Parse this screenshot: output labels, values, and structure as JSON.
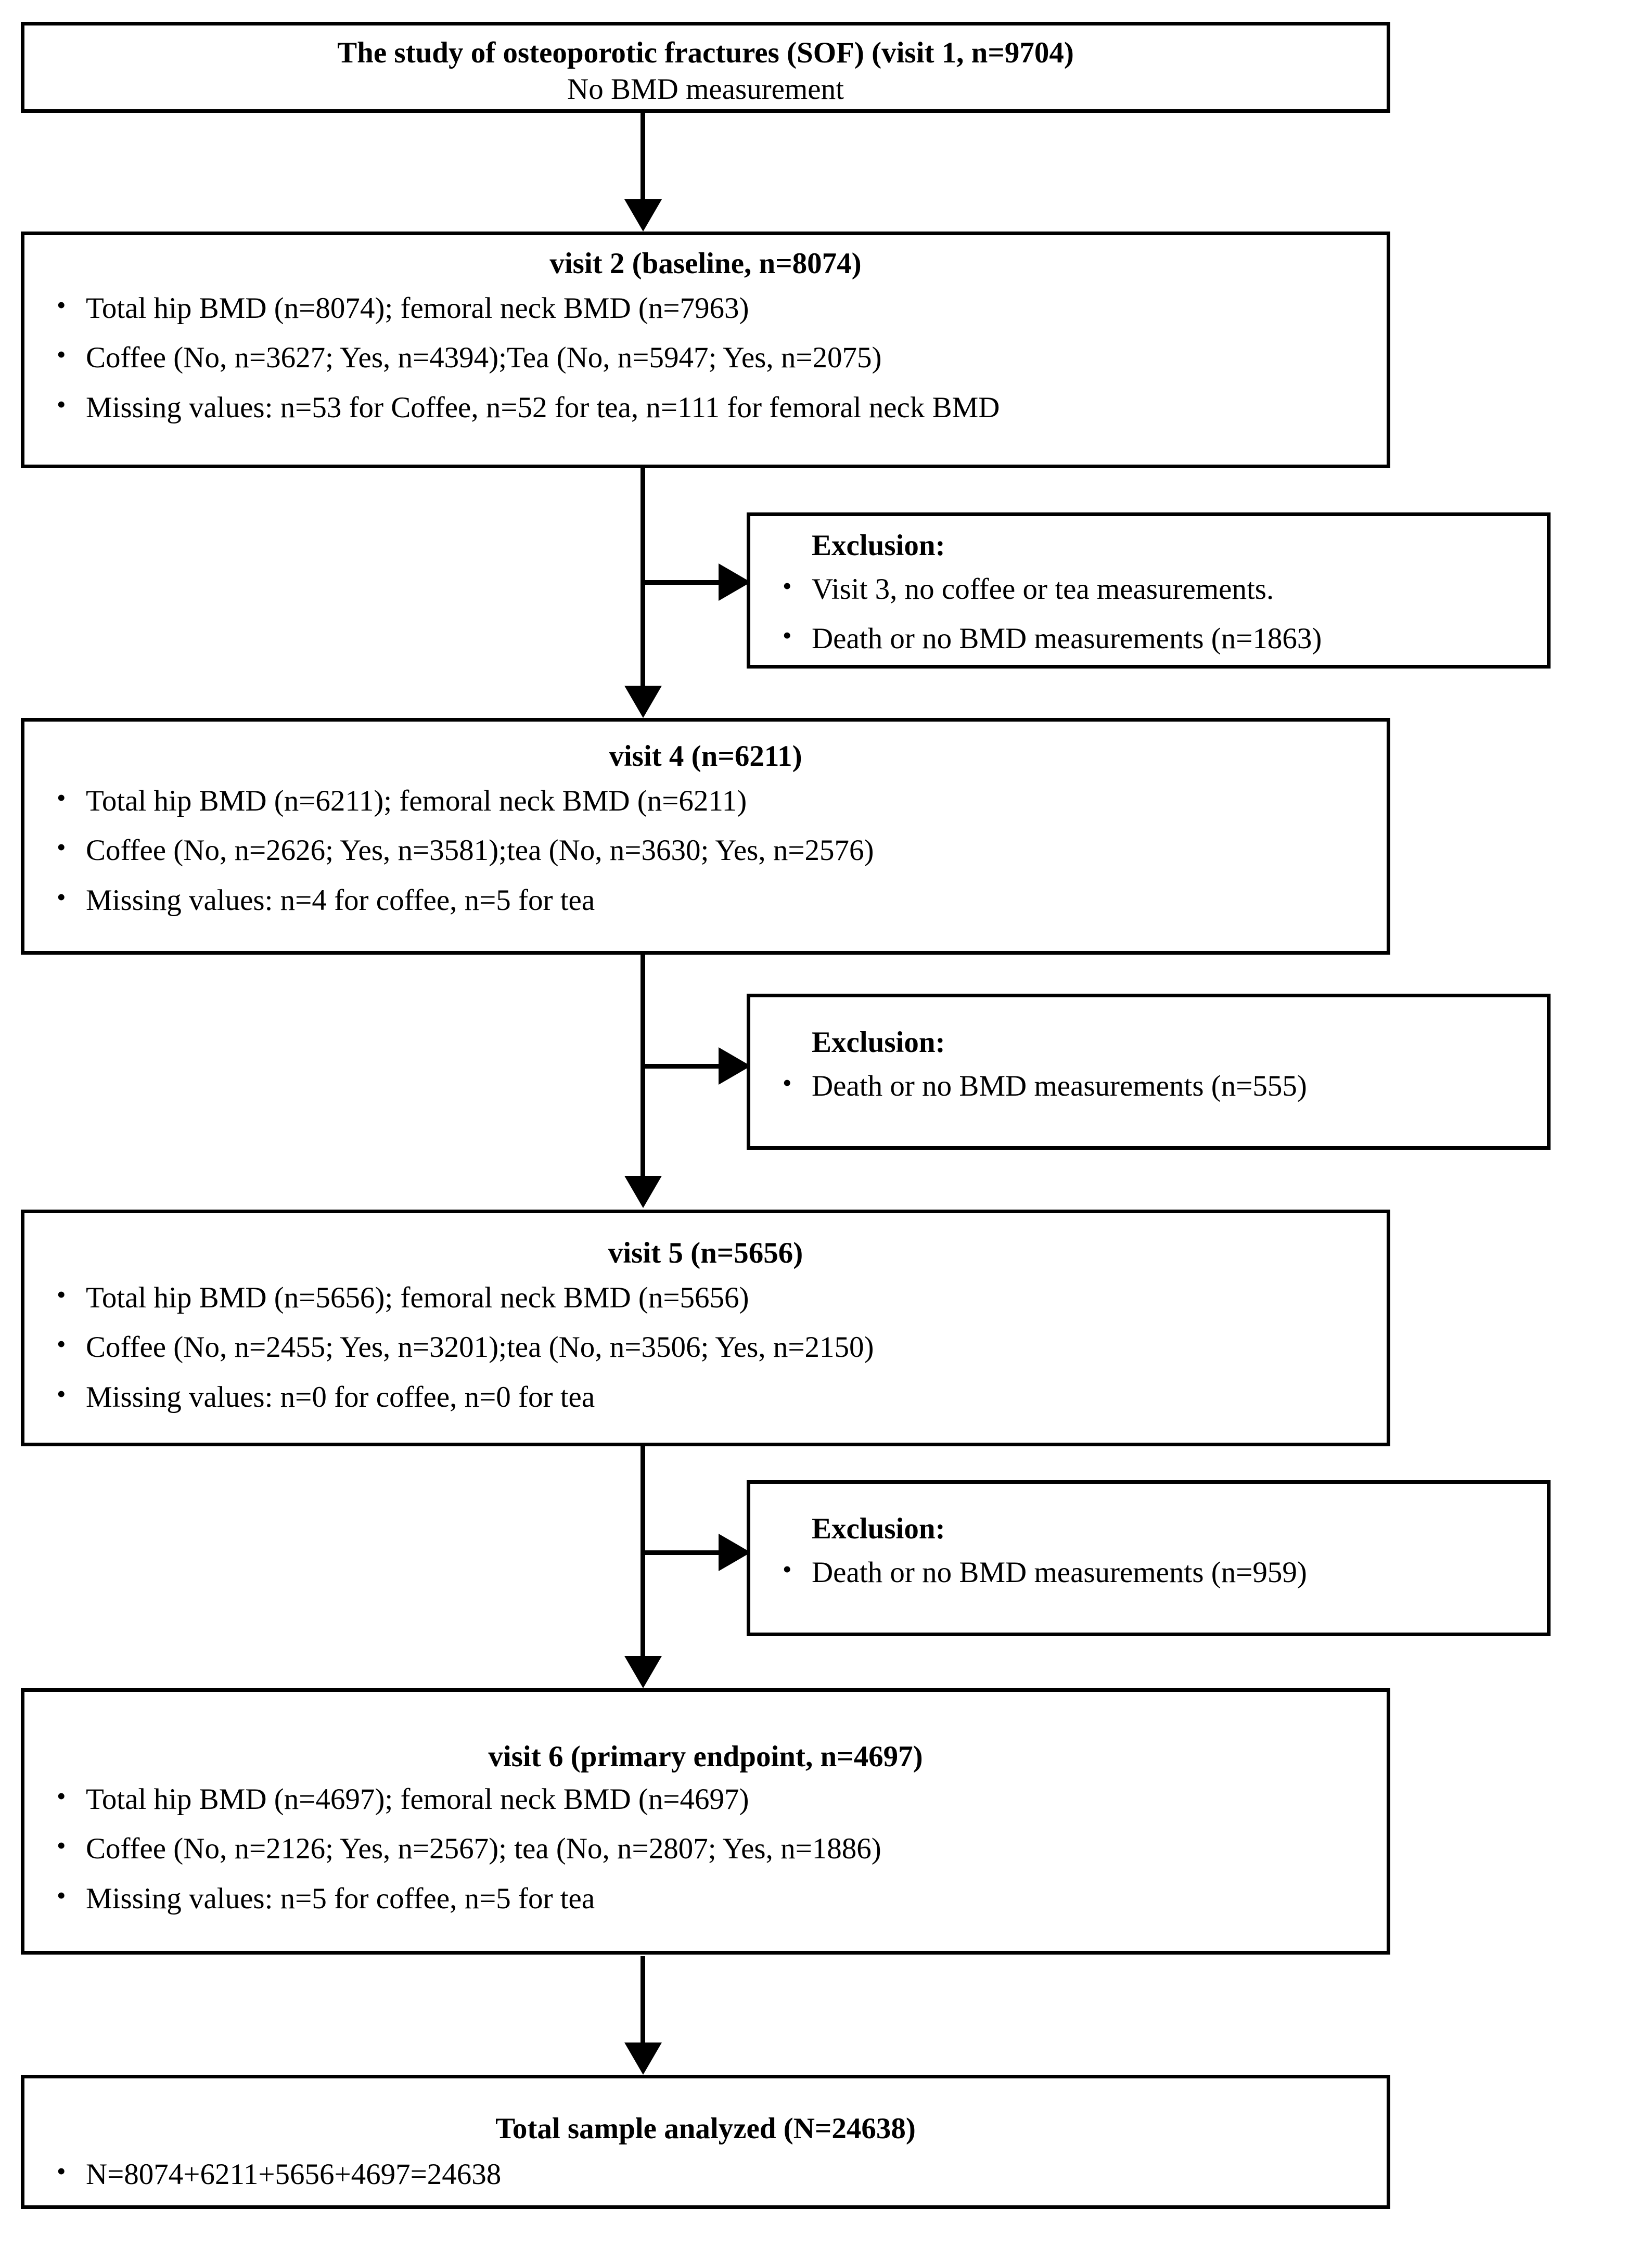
{
  "figure": {
    "type": "flowchart",
    "orientation": "vertical",
    "accent_color": "#000000",
    "background_color": "#ffffff"
  },
  "nodes": {
    "study": {
      "title": "The study of osteoporotic fractures (SOF) (visit 1, n=9704)",
      "subtitle": "No BMD measurement"
    },
    "visit2": {
      "title": "visit 2 (baseline, n=8074)",
      "bullets": [
        "Total hip BMD (n=8074); femoral neck BMD (n=7963)",
        "Coffee (No, n=3627; Yes, n=4394);Tea (No, n=5947; Yes, n=2075)",
        "Missing values: n=53 for Coffee, n=52 for tea, n=111 for femoral neck BMD"
      ]
    },
    "exclusion1": {
      "title": "Exclusion:",
      "bullets": [
        "Visit 3, no coffee or tea measurements.",
        "Death or no BMD measurements (n=1863)"
      ]
    },
    "visit4": {
      "title": "visit 4 (n=6211)",
      "bullets": [
        "Total hip BMD (n=6211); femoral neck BMD (n=6211)",
        "Coffee (No, n=2626; Yes, n=3581);tea (No, n=3630; Yes, n=2576)",
        "Missing values: n=4 for coffee, n=5 for tea"
      ]
    },
    "exclusion2": {
      "title": "Exclusion:",
      "bullets": [
        "Death or no BMD measurements (n=555)"
      ]
    },
    "visit5": {
      "title": "visit 5 (n=5656)",
      "bullets": [
        "Total hip BMD (n=5656); femoral neck BMD (n=5656)",
        "Coffee (No, n=2455; Yes, n=3201);tea (No, n=3506; Yes, n=2150)",
        "Missing values: n=0 for coffee, n=0 for tea"
      ]
    },
    "exclusion3": {
      "title": "Exclusion:",
      "bullets": [
        "Death or no BMD measurements (n=959)"
      ]
    },
    "visit6": {
      "title": "visit 6 (primary endpoint, n=4697)",
      "bullets": [
        "Total hip BMD (n=4697); femoral neck BMD (n=4697)",
        "Coffee (No, n=2126; Yes, n=2567); tea (No, n=2807; Yes, n=1886)",
        "Missing values: n=5 for coffee, n=5 for tea"
      ]
    },
    "total": {
      "title": "Total sample analyzed (N=24638)",
      "bullets": [
        "N=8074+6211+5656+4697=24638"
      ]
    }
  }
}
